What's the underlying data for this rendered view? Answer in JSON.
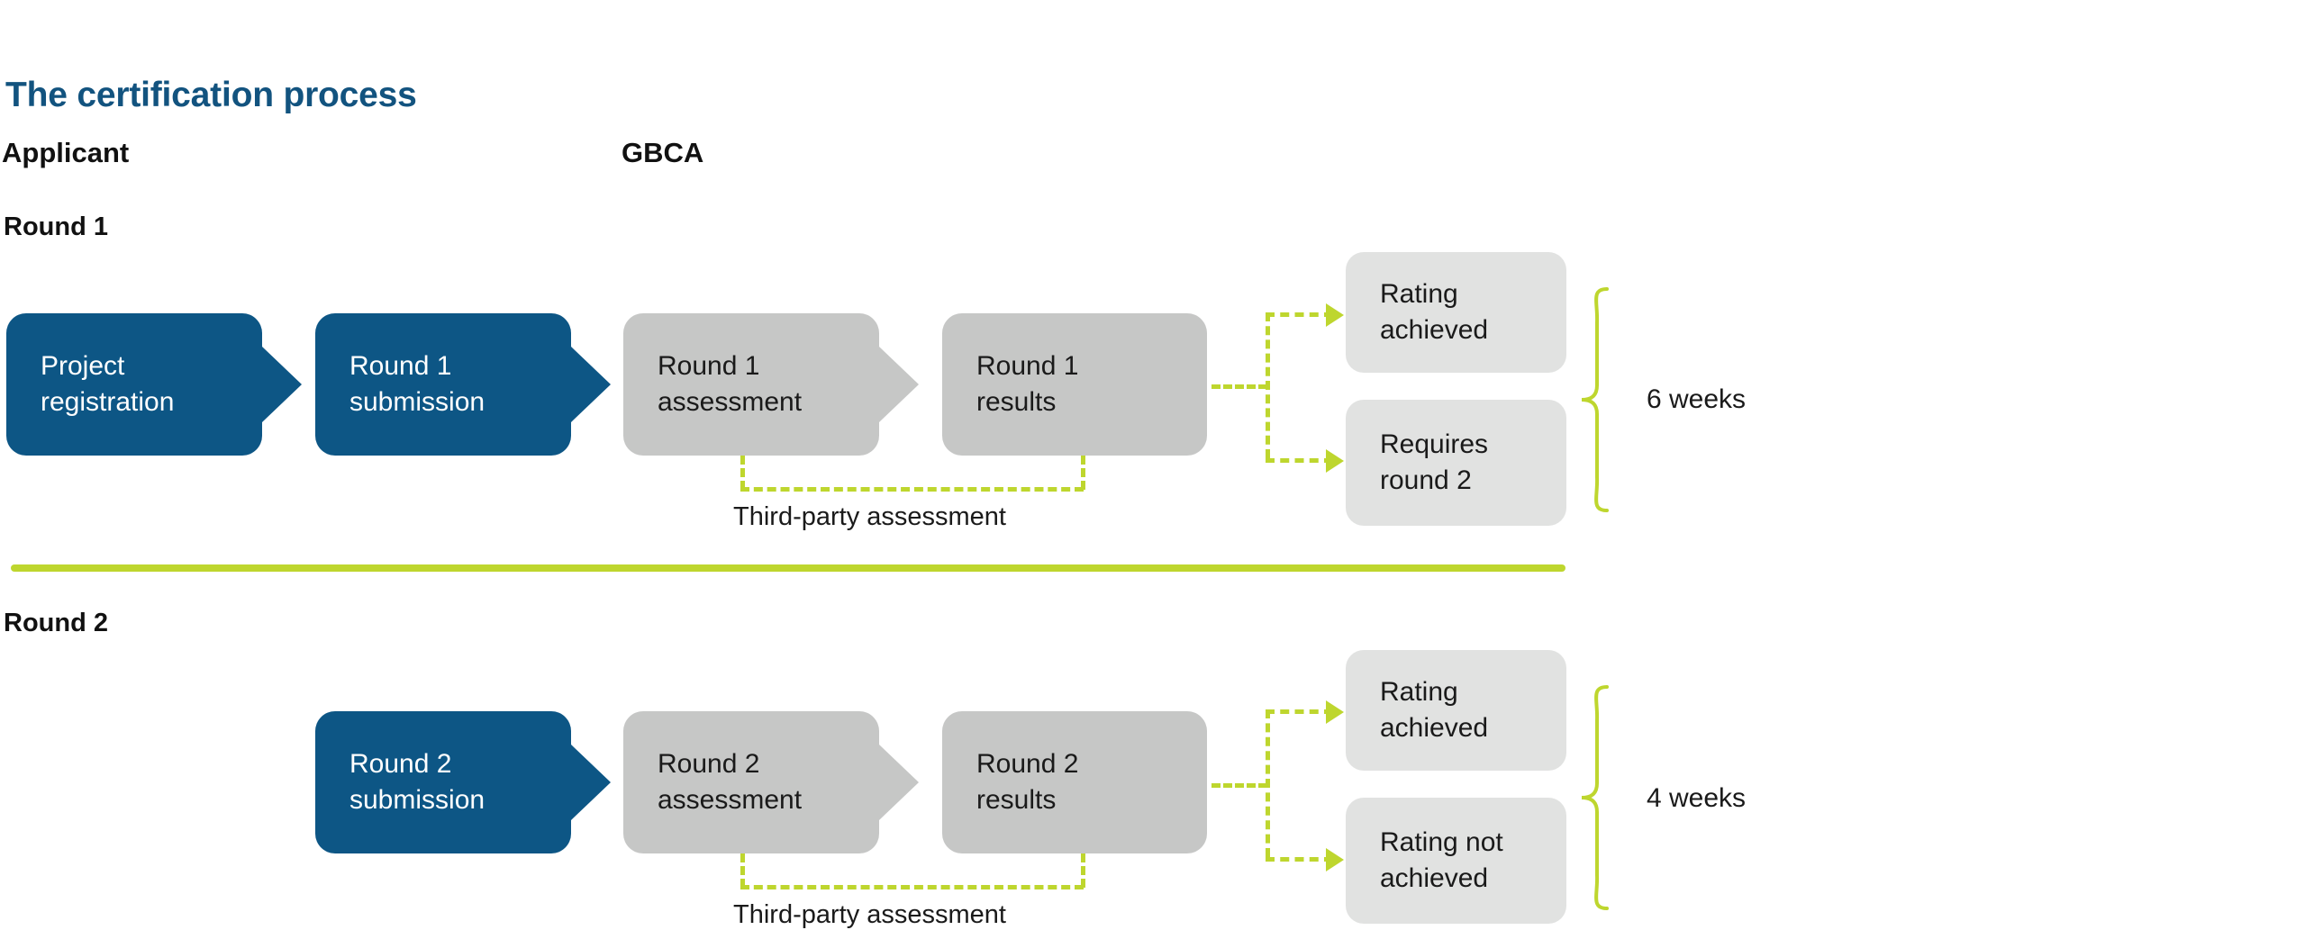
{
  "title": "The certification process",
  "lanes": [
    {
      "id": "applicant",
      "label": "Applicant"
    },
    {
      "id": "gbca",
      "label": "GBCA"
    }
  ],
  "colors": {
    "title_blue": "#12537f",
    "node_blue": "#0d5685",
    "node_grey": "#c6c7c6",
    "outcome_grey": "#e1e2e1",
    "accent_green": "#bed62e",
    "text_dark": "#1a1a1a",
    "background": "#ffffff"
  },
  "rounds": [
    {
      "id": "round-1",
      "label": "Round 1",
      "nodes": [
        {
          "id": "project-registration",
          "lane": "applicant",
          "style": "blue",
          "chevron": true,
          "text": "Project\nregistration"
        },
        {
          "id": "round-1-submission",
          "lane": "applicant",
          "style": "blue",
          "chevron": true,
          "text": "Round 1\nsubmission"
        },
        {
          "id": "round-1-assessment",
          "lane": "gbca",
          "style": "grey",
          "chevron": true,
          "text": "Round 1\nassessment"
        },
        {
          "id": "round-1-results",
          "lane": "gbca",
          "style": "grey",
          "chevron": false,
          "text": "Round 1\nresults"
        }
      ],
      "outcomes": [
        {
          "id": "rating-achieved",
          "text": "Rating\nachieved"
        },
        {
          "id": "requires-round-2",
          "text": "Requires\nround 2"
        }
      ],
      "third_party_label": "Third-party assessment",
      "duration": "6 weeks"
    },
    {
      "id": "round-2",
      "label": "Round 2",
      "nodes": [
        {
          "id": "round-2-submission",
          "lane": "applicant",
          "style": "blue",
          "chevron": true,
          "text": "Round 2\nsubmission"
        },
        {
          "id": "round-2-assessment",
          "lane": "gbca",
          "style": "grey",
          "chevron": true,
          "text": "Round 2\nassessment"
        },
        {
          "id": "round-2-results",
          "lane": "gbca",
          "style": "grey",
          "chevron": false,
          "text": "Round 2\nresults"
        }
      ],
      "outcomes": [
        {
          "id": "rating-achieved",
          "text": "Rating\nachieved"
        },
        {
          "id": "rating-not-achieved",
          "text": "Rating not\nachieved"
        }
      ],
      "third_party_label": "Third-party assessment",
      "duration": "4 weeks"
    }
  ]
}
